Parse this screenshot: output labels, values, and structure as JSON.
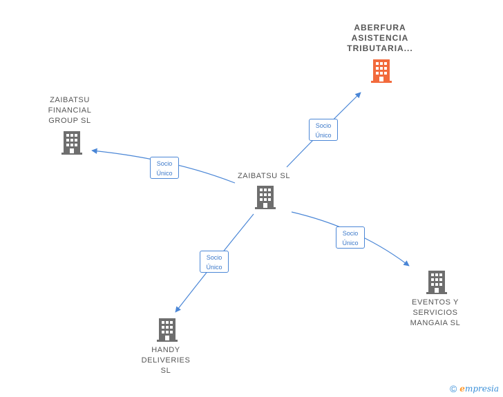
{
  "colors": {
    "edge": "#4a86d6",
    "node": "#6e6e6e",
    "highlight_node": "#f26a3c",
    "label": "#555555"
  },
  "center": {
    "name": "ZAIBATSU  SL"
  },
  "nodes": [
    {
      "id": "aberfura",
      "name": "ABERFURA\nASISTENCIA\nTRIBUTARIA...",
      "highlight": true
    },
    {
      "id": "zaibatsu-financial",
      "name": "ZAIBATSU\nFINANCIAL\nGROUP  SL",
      "highlight": false
    },
    {
      "id": "eventos",
      "name": "EVENTOS Y\nSERVICIOS\nMANGAIA  SL",
      "highlight": false
    },
    {
      "id": "handy",
      "name": "HANDY\nDELIVERIES\nSL",
      "highlight": false
    }
  ],
  "edges": [
    {
      "to": "aberfura",
      "line1": "Socio",
      "line2": "Único"
    },
    {
      "to": "zaibatsu-financial",
      "line1": "Socio",
      "line2": "Único"
    },
    {
      "to": "eventos",
      "line1": "Socio",
      "line2": "Único"
    },
    {
      "to": "handy",
      "line1": "Socio",
      "line2": "Único"
    }
  ],
  "footer": {
    "symbol": "©",
    "brand_initial": "e",
    "brand_rest": "mpresia"
  }
}
